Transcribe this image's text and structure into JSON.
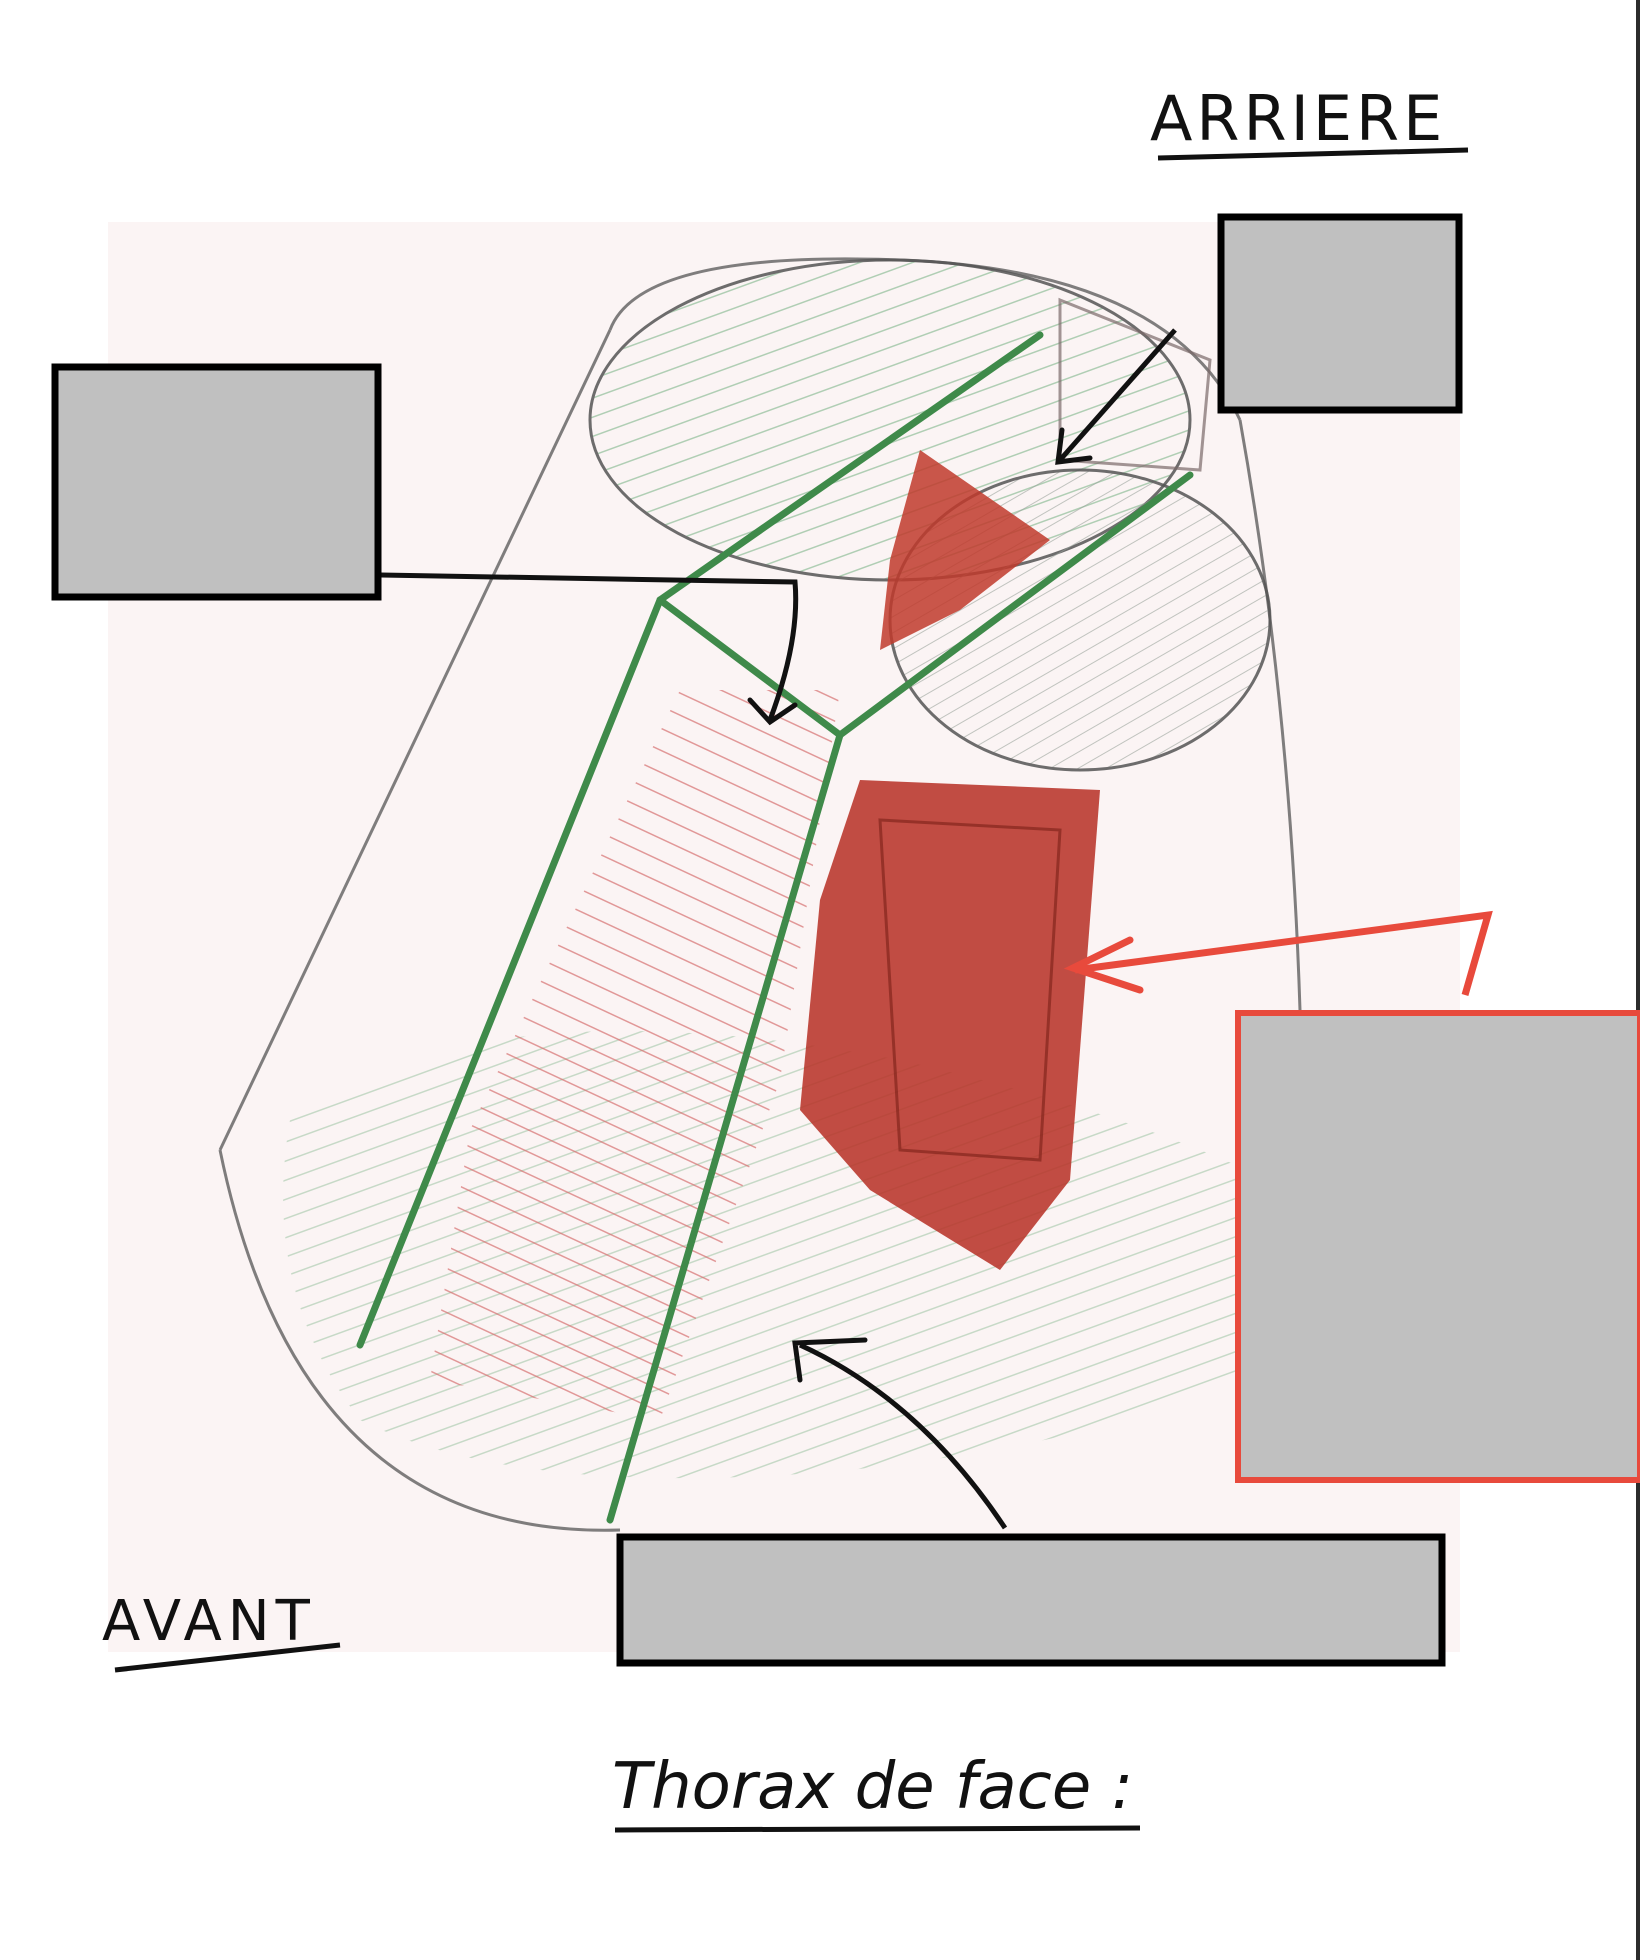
{
  "labels": {
    "back": "ARRIERE",
    "front": "AVANT",
    "caption": "Thorax de face :"
  },
  "answer_boxes": [
    {
      "id": "top-right",
      "text": ""
    },
    {
      "id": "left",
      "text": ""
    },
    {
      "id": "right",
      "text": ""
    },
    {
      "id": "bottom",
      "text": ""
    }
  ],
  "colors": {
    "box_fill": "#c0c0c0",
    "box_border": "#000000",
    "highlight_border": "#e84a3c",
    "muscle": "#b8342a",
    "green_line": "#3f8a4a",
    "background_sketch": "#fbf4f4"
  }
}
